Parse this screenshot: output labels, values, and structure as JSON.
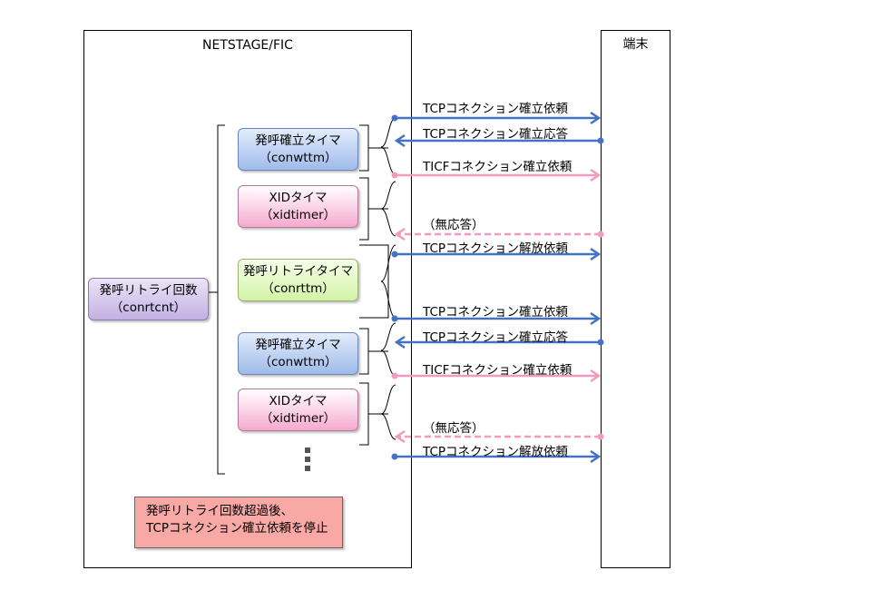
{
  "netstage": {
    "title": "NETSTAGE/FIC"
  },
  "terminal": {
    "title": "端末"
  },
  "boxes": {
    "retry_count": {
      "line1": "発呼リトライ回数",
      "line2": "（conrtcnt）"
    },
    "call_timer_1": {
      "line1": "発呼確立タイマ",
      "line2": "（conwttm）"
    },
    "xid_timer_1": {
      "line1": "XIDタイマ",
      "line2": "（xidtimer）"
    },
    "retry_timer": {
      "line1": "発呼リトライタイマ",
      "line2": "（conrttm）"
    },
    "call_timer_2": {
      "line1": "発呼確立タイマ",
      "line2": "（conwttm）"
    },
    "xid_timer_2": {
      "line1": "XIDタイマ",
      "line2": "（xidtimer）"
    }
  },
  "note": {
    "line1": "発呼リトライ回数超過後、",
    "line2": "TCPコネクション確立依頼を停止"
  },
  "messages": [
    {
      "label": "TCPコネクション確立依頼",
      "direction": "right",
      "style": "solid",
      "color": "#4472c4"
    },
    {
      "label": "TCPコネクション確立応答",
      "direction": "left",
      "style": "solid",
      "color": "#4472c4"
    },
    {
      "label": "TICFコネクション確立依頼",
      "direction": "right",
      "style": "solid",
      "color": "#f49ac1"
    },
    {
      "label": "（無応答）",
      "direction": "left",
      "style": "dashed",
      "color": "#f49ac1"
    },
    {
      "label": "TCPコネクション解放依頼",
      "direction": "right",
      "style": "solid",
      "color": "#4472c4"
    },
    {
      "label": "TCPコネクション確立依頼",
      "direction": "right",
      "style": "solid",
      "color": "#4472c4"
    },
    {
      "label": "TCPコネクション確立応答",
      "direction": "left",
      "style": "solid",
      "color": "#4472c4"
    },
    {
      "label": "TICFコネクション確立依頼",
      "direction": "right",
      "style": "solid",
      "color": "#f49ac1"
    },
    {
      "label": "（無応答）",
      "direction": "left",
      "style": "dashed",
      "color": "#f49ac1"
    },
    {
      "label": "TCPコネクション解放依頼",
      "direction": "right",
      "style": "solid",
      "color": "#4472c4"
    }
  ],
  "continuation": "vertical-ellipsis"
}
